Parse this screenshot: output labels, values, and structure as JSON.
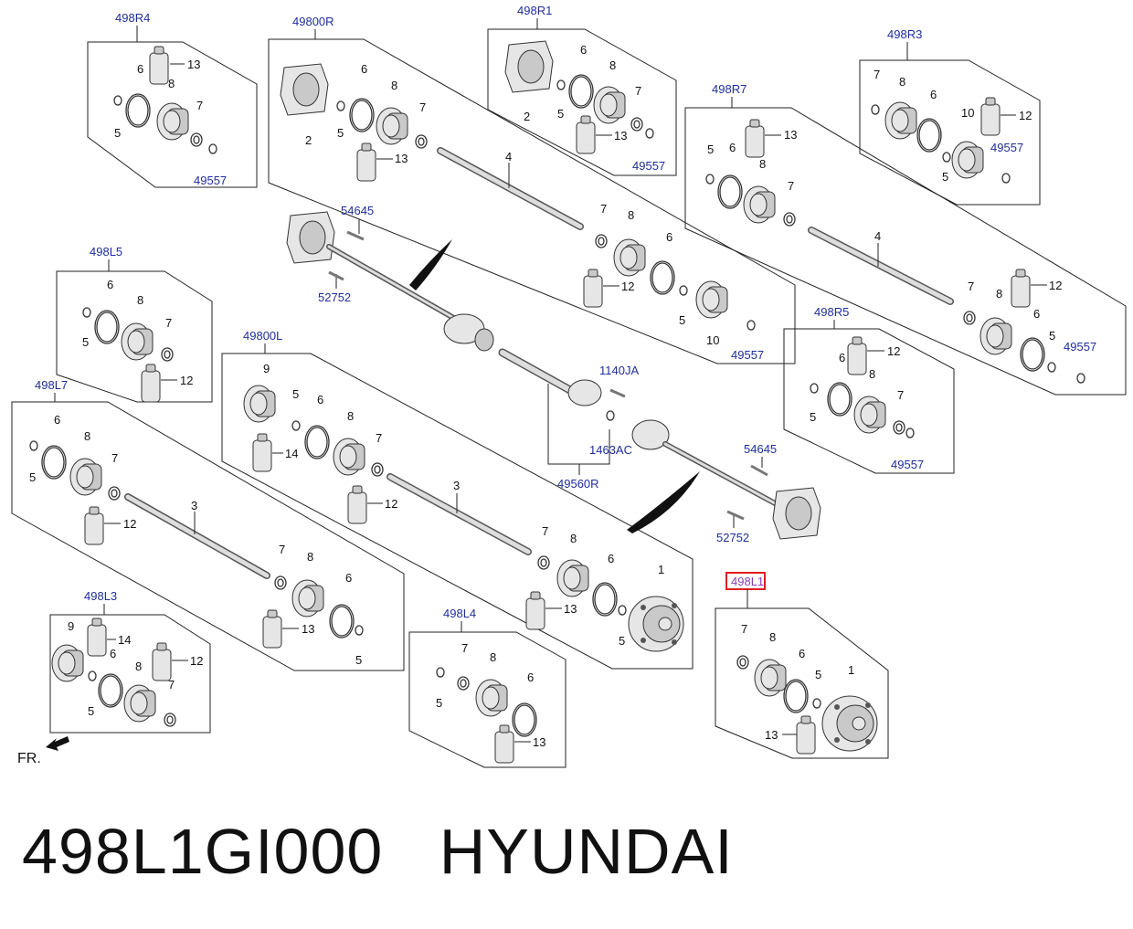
{
  "caption": {
    "part_number": "498L1GI000",
    "brand": "HYUNDAI"
  },
  "highlight_color": "#e02020",
  "code_color": "#1f2e9a",
  "orientation_label": "FR.",
  "groups": [
    {
      "code": "498R4",
      "items": [
        "13",
        "6",
        "8",
        "5",
        "7",
        "49557"
      ]
    },
    {
      "code": "49800R",
      "items": [
        "6",
        "8",
        "2",
        "5",
        "7",
        "13",
        "4"
      ]
    },
    {
      "code": "498R1",
      "items": [
        "6",
        "8",
        "2",
        "5",
        "7",
        "13",
        "49557"
      ]
    },
    {
      "code": "498R3",
      "items": [
        "7",
        "8",
        "6",
        "10",
        "12",
        "49557",
        "5"
      ]
    },
    {
      "code": "498R7",
      "items": [
        "5",
        "6",
        "13",
        "8",
        "7",
        "4",
        "7",
        "8",
        "12",
        "6",
        "5",
        "49557"
      ]
    },
    {
      "code": "498L5",
      "items": [
        "6",
        "8",
        "5",
        "7",
        "12"
      ]
    },
    {
      "code": "49800L",
      "items": [
        "9",
        "5",
        "6",
        "8",
        "7",
        "14",
        "12",
        "3",
        "7",
        "8",
        "6",
        "1",
        "13",
        "5"
      ]
    },
    {
      "code": "498R5",
      "items": [
        "12",
        "6",
        "8",
        "5",
        "7",
        "49557"
      ]
    },
    {
      "code": "498L7",
      "items": [
        "6",
        "8",
        "5",
        "7",
        "12",
        "3",
        "7",
        "8",
        "6",
        "13",
        "5"
      ]
    },
    {
      "code": "498L3",
      "items": [
        "9",
        "14",
        "6",
        "12",
        "8",
        "5",
        "7"
      ]
    },
    {
      "code": "498L4",
      "items": [
        "7",
        "8",
        "5",
        "6",
        "13"
      ]
    },
    {
      "code": "498L1",
      "items": [
        "7",
        "8",
        "6",
        "5",
        "1",
        "13"
      ]
    }
  ],
  "center_assembly": {
    "upper_labels": [
      "54645",
      "52752"
    ],
    "middle_labels": [
      "1140JA",
      "1463AC",
      "49560R"
    ],
    "lower_labels": [
      "54645",
      "52752"
    ],
    "shaft_numbers": [
      "4",
      "7",
      "8",
      "6",
      "12",
      "5",
      "10",
      "49557"
    ]
  }
}
